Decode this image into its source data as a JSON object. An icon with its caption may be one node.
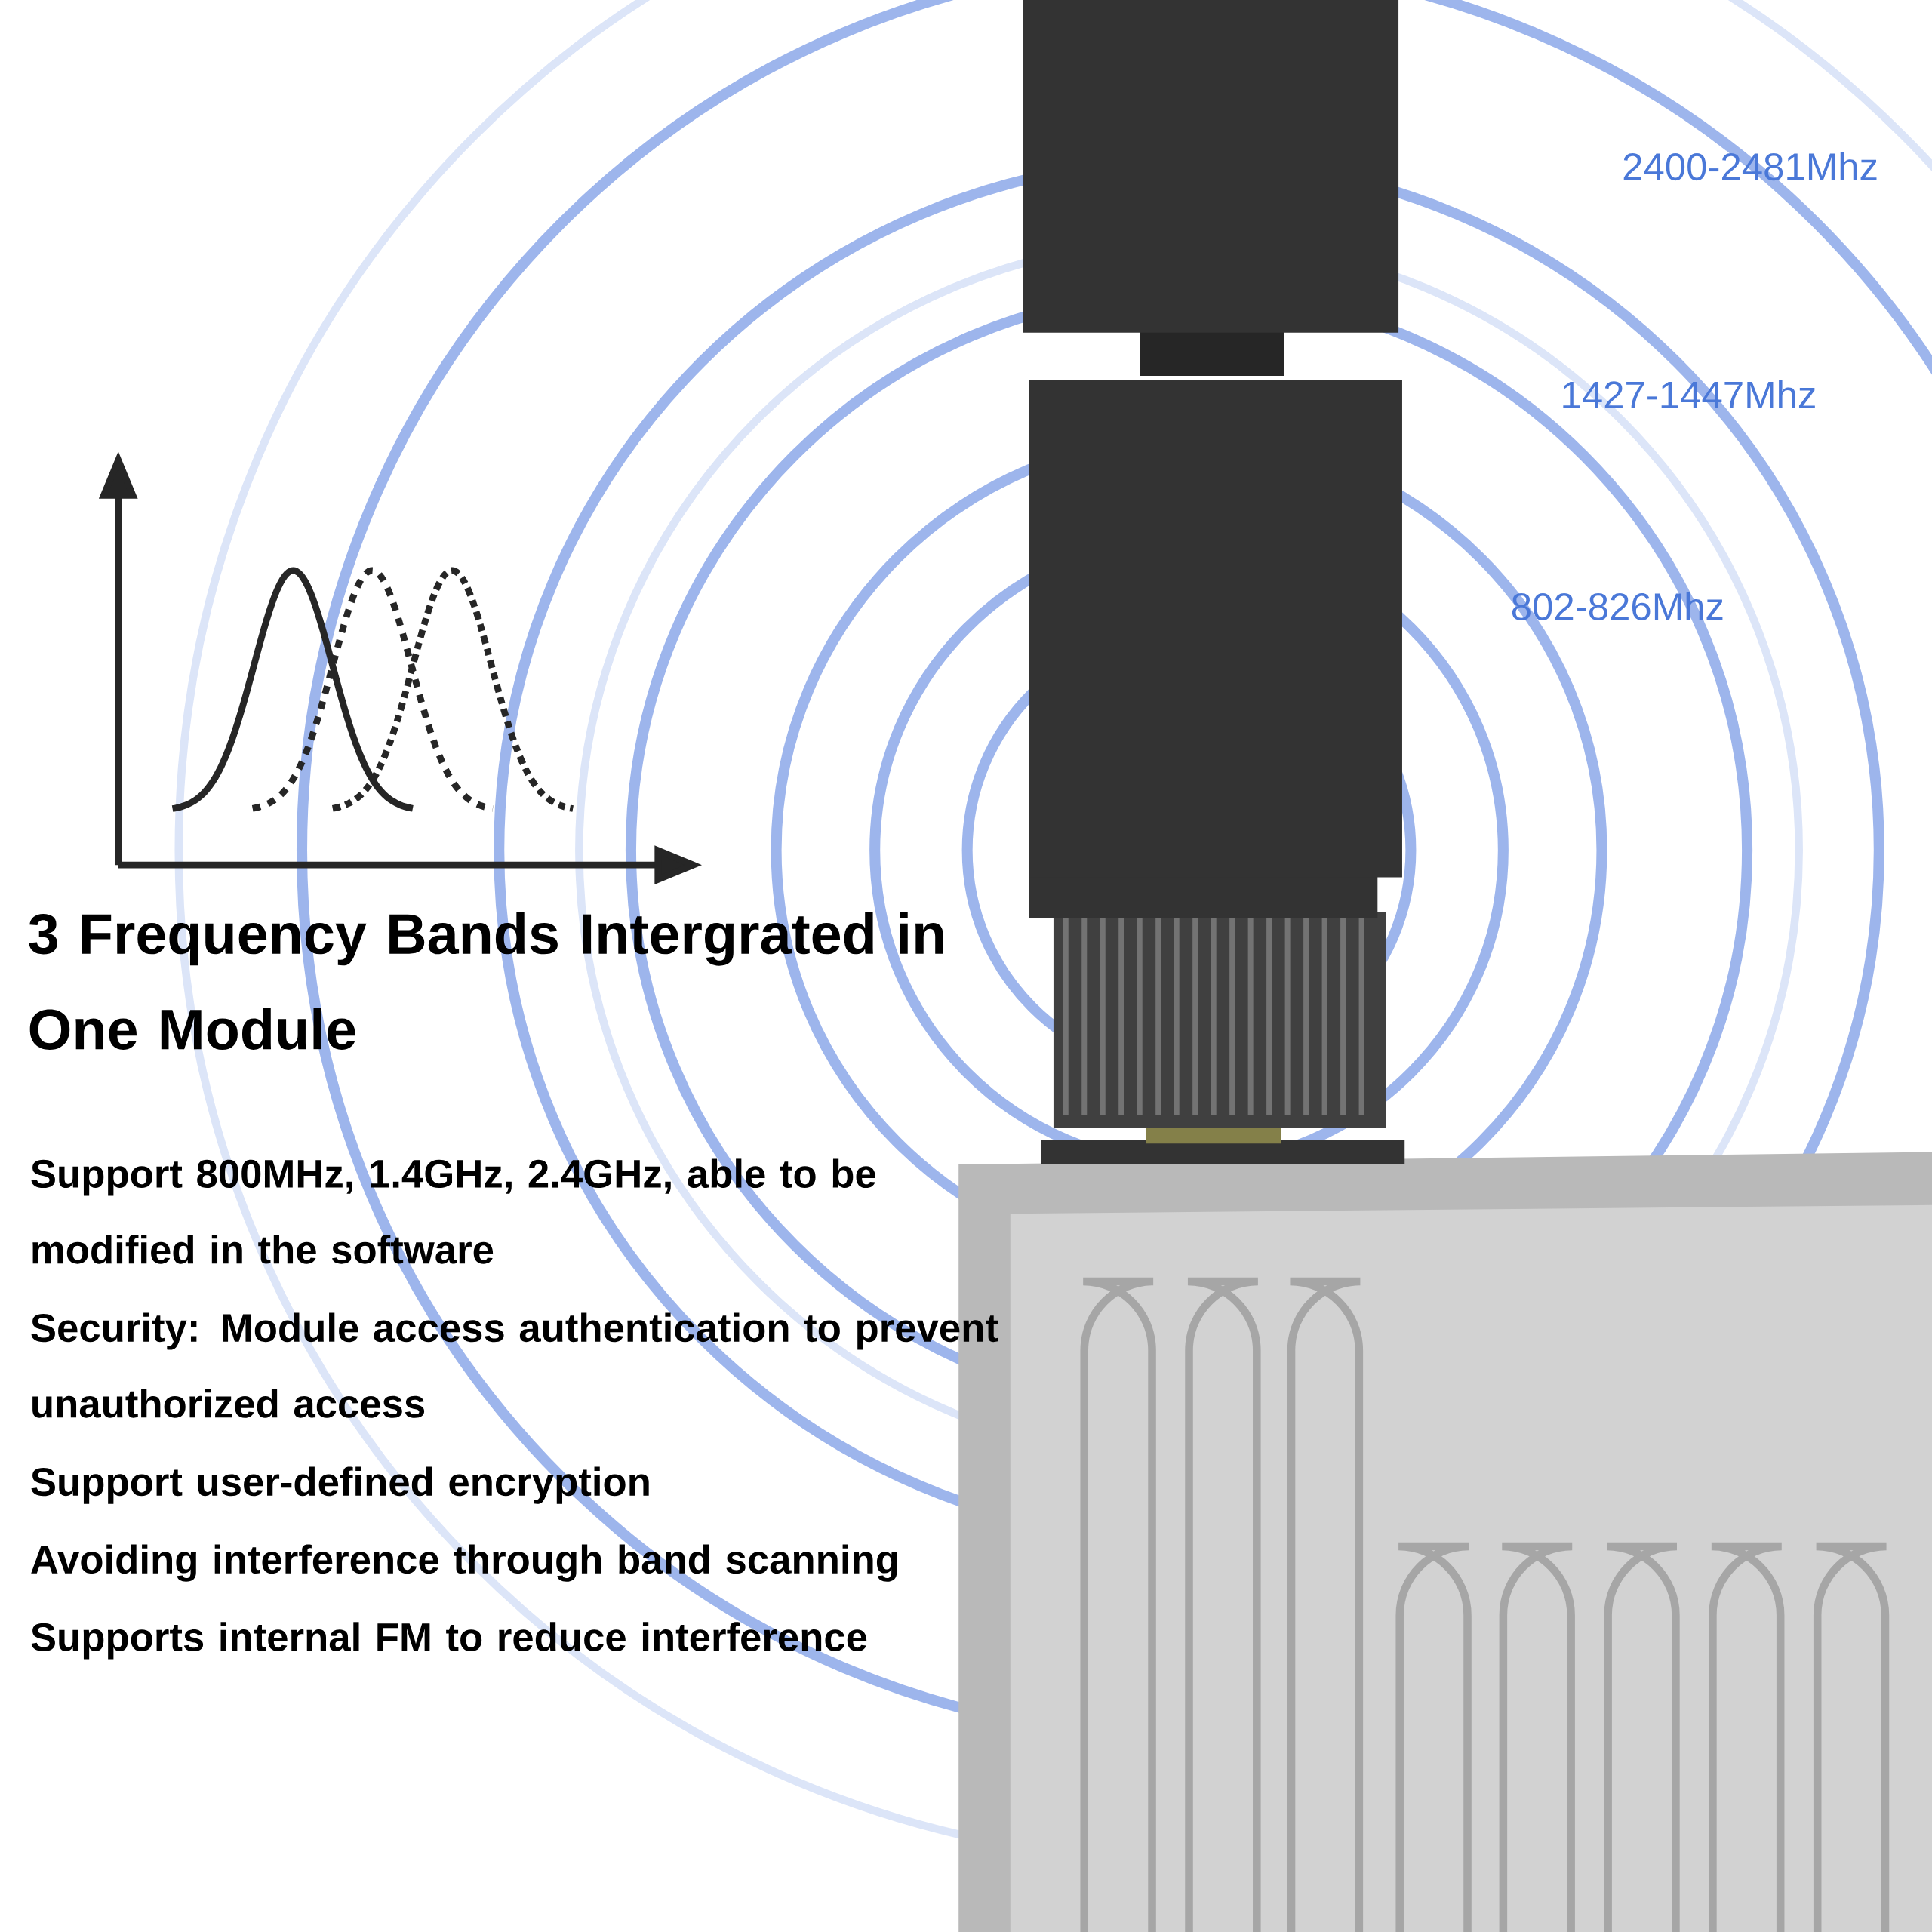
{
  "diagram": {
    "title": "3 Frequency Bands Intergrated in One Module",
    "labels": [
      "2400-2481Mhz",
      "1427-1447Mhz",
      "802-826Mhz",
      "Support 800MHz, 1.4GHz, 2.4GHz, able to be modified in the software",
      "Security: Module access authentication to prevent unauthorized access",
      "Support user-defined encryption",
      "Avoiding interference through band scanning",
      "Supports internal FM to reduce interference"
    ]
  }
}
